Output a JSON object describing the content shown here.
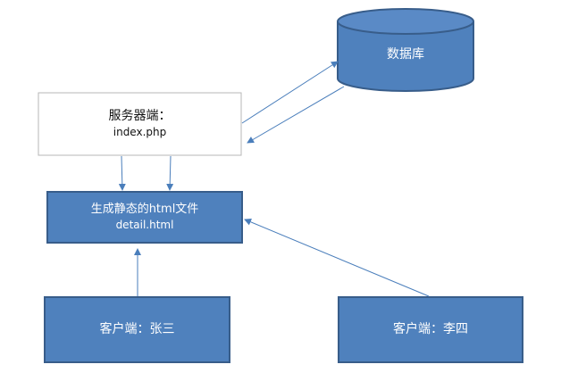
{
  "nodes": {
    "server": {
      "line1": "服务器端：",
      "line2": "index.php"
    },
    "database": {
      "label": "数据库"
    },
    "static_html": {
      "line1": "生成静态的html文件",
      "line2": "detail.html"
    },
    "client_zhang": {
      "label": "客户端：张三"
    },
    "client_li": {
      "label": "客户端：李四"
    }
  },
  "colors": {
    "box_fill": "#4f81bd",
    "box_border": "#385d8a",
    "server_fill": "#ffffff",
    "server_border": "#b7b7b7",
    "arrow": "#4a7ebb",
    "db_top": "#5a8ac6"
  }
}
